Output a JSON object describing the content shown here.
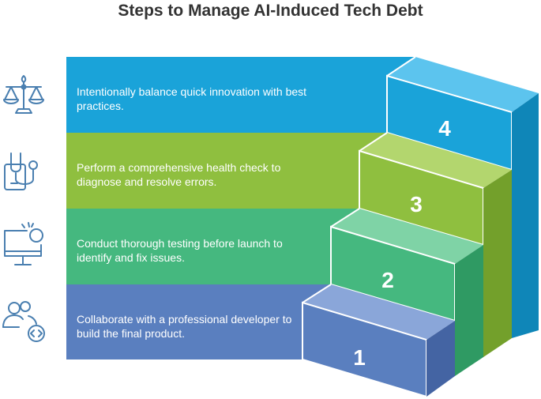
{
  "title": "Steps to Manage AI-Induced Tech Debt",
  "colors": {
    "step1": "#5a7fbf",
    "step2": "#45b87f",
    "step3": "#8fbf3f",
    "step4": "#1aa3d9",
    "icon": "#4a7fb0"
  },
  "steps": [
    {
      "number": "1",
      "text": "Collaborate with a professional developer to build the final product.",
      "icon": "users-code-icon"
    },
    {
      "number": "2",
      "text": "Conduct thorough testing before launch to identify and fix issues.",
      "icon": "monitor-bug-icon"
    },
    {
      "number": "3",
      "text": "Perform a comprehensive health check to diagnose and resolve errors.",
      "icon": "stethoscope-icon"
    },
    {
      "number": "4",
      "text": "Intentionally balance quick innovation with best practices.",
      "icon": "balance-scale-icon"
    }
  ]
}
